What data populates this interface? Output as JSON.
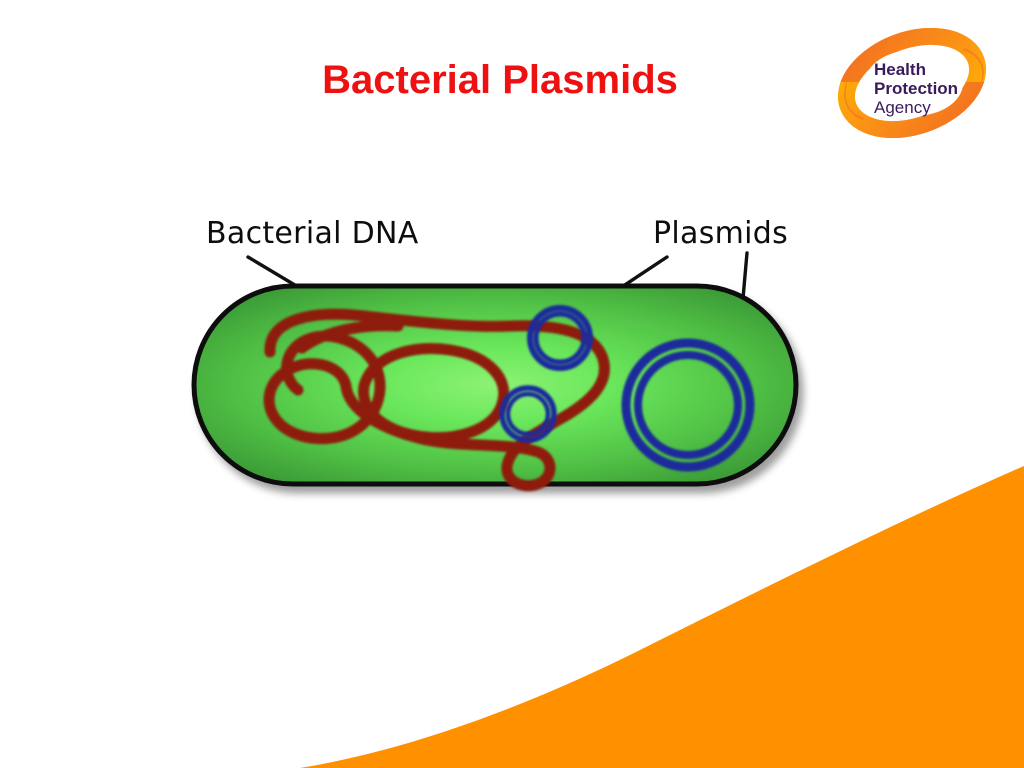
{
  "slide": {
    "title": "Bacterial Plasmids",
    "title_color": "#ee1111",
    "background_color": "#ffffff"
  },
  "logo": {
    "name": "health-protection-agency-logo",
    "line1": "Health",
    "line2": "Protection",
    "line3": "Agency",
    "text_color": "#3b1a5c",
    "swoosh_color_start": "#ffb400",
    "swoosh_color_end": "#f36f21"
  },
  "diagram": {
    "name": "bacterial-cell-diagram",
    "labels": [
      {
        "id": "bacterial-dna",
        "text": "Bacterial DNA"
      },
      {
        "id": "plasmids",
        "text": "Plasmids"
      }
    ],
    "cell": {
      "shape": "capsule",
      "fill_center": "#6be85c",
      "fill_edge": "#3d9e3a",
      "outline_color": "#111111"
    },
    "dna": {
      "label": "Bacterial DNA",
      "color": "#8e1a0e",
      "description": "single tangled looping chromosome"
    },
    "plasmids": {
      "label": "Plasmids",
      "color": "#1a2c9c",
      "count": 3,
      "items": [
        {
          "id": "plasmid-small-top",
          "size": "small"
        },
        {
          "id": "plasmid-small-bottom",
          "size": "small"
        },
        {
          "id": "plasmid-large",
          "size": "large"
        }
      ]
    },
    "leader_lines": [
      {
        "id": "leader-bacterial-dna",
        "from": "Bacterial DNA",
        "to": "bacterial chromosome"
      },
      {
        "id": "leader-plasmid-small",
        "from": "Plasmids",
        "to": "plasmid-small-top"
      },
      {
        "id": "leader-plasmid-large",
        "from": "Plasmids",
        "to": "plasmid-large"
      }
    ]
  },
  "decoration": {
    "swoosh_color": "#ff9000"
  }
}
